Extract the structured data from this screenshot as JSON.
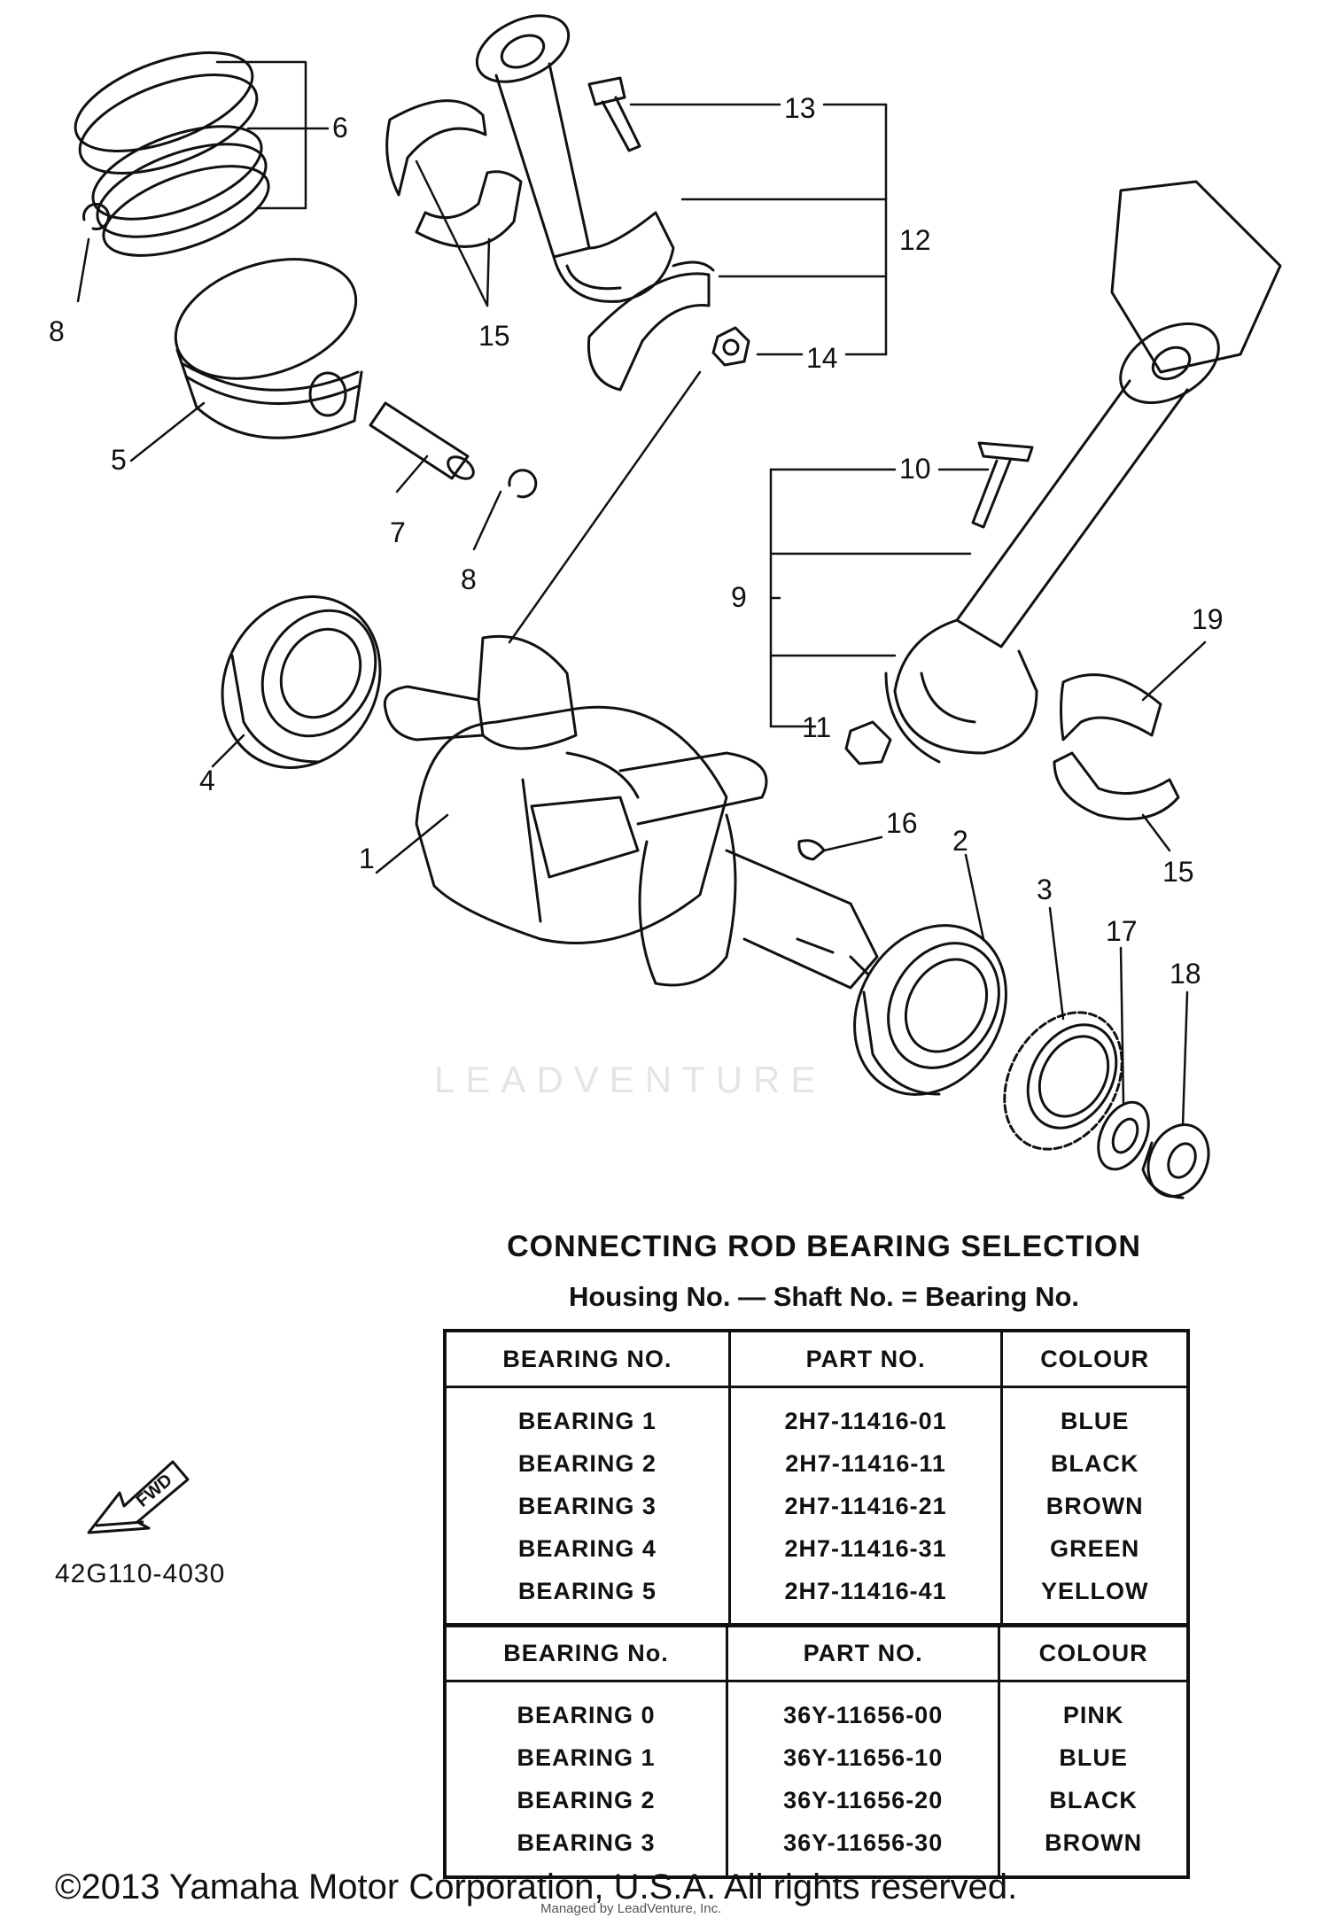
{
  "callouts": [
    "6",
    "8",
    "5",
    "7",
    "8",
    "13",
    "12",
    "15",
    "14",
    "10",
    "9",
    "11",
    "19",
    "15",
    "4",
    "1",
    "16",
    "2",
    "3",
    "17",
    "18"
  ],
  "watermark": "LEADVENTURE",
  "fwd": {
    "arrow_label": "FWD",
    "diagram_code": "42G110-4030"
  },
  "selection": {
    "title": "CONNECTING ROD BEARING SELECTION",
    "formula": "Housing No. — Shaft No. = Bearing No.",
    "table1": {
      "headers": [
        "BEARING NO.",
        "PART NO.",
        "COLOUR"
      ],
      "rows": [
        [
          "BEARING 1",
          "2H7-11416-01",
          "BLUE"
        ],
        [
          "BEARING 2",
          "2H7-11416-11",
          "BLACK"
        ],
        [
          "BEARING 3",
          "2H7-11416-21",
          "BROWN"
        ],
        [
          "BEARING 4",
          "2H7-11416-31",
          "GREEN"
        ],
        [
          "BEARING 5",
          "2H7-11416-41",
          "YELLOW"
        ]
      ]
    },
    "table2": {
      "headers": [
        "BEARING No.",
        "PART NO.",
        "COLOUR"
      ],
      "rows": [
        [
          "BEARING 0",
          "36Y-11656-00",
          "PINK"
        ],
        [
          "BEARING 1",
          "36Y-11656-10",
          "BLUE"
        ],
        [
          "BEARING 2",
          "36Y-11656-20",
          "BLACK"
        ],
        [
          "BEARING 3",
          "36Y-11656-30",
          "BROWN"
        ]
      ]
    }
  },
  "footer": {
    "copyright": "©2013 Yamaha Motor Corporation, U.S.A. All rights reserved.",
    "credit": "Managed by LeadVenture, Inc."
  }
}
